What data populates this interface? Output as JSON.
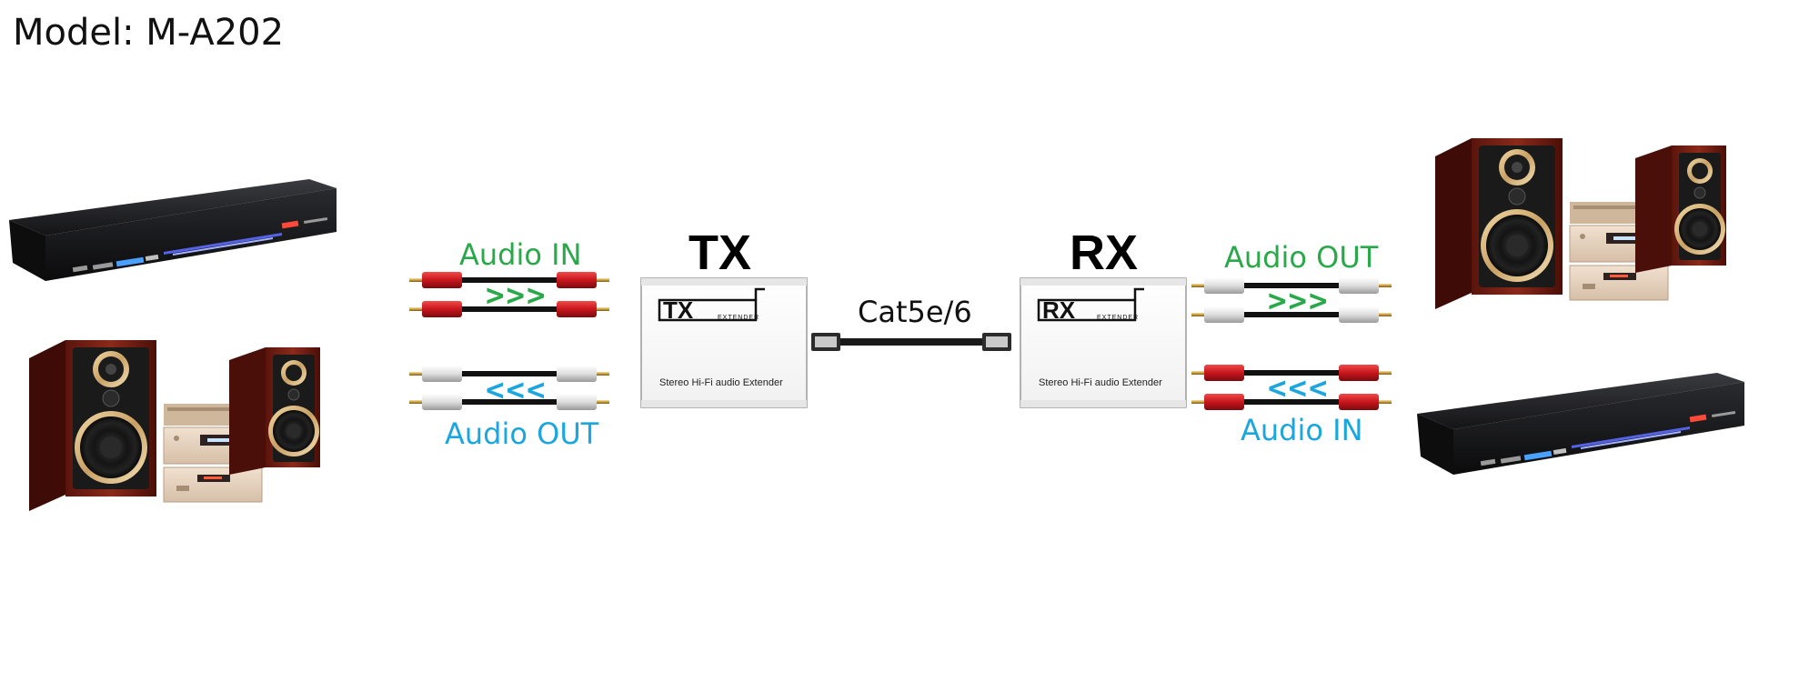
{
  "model_label": "Model: M-A202",
  "tx": {
    "title": "TX",
    "logo": "TX",
    "logo_sub": "EXTENDER",
    "description": "Stereo Hi-Fi audio  Extender",
    "audio_in_label": "Audio IN",
    "audio_out_label": "Audio OUT",
    "in_arrows": ">>>",
    "out_arrows": "<<<"
  },
  "rx": {
    "title": "RX",
    "logo": "RX",
    "logo_sub": "EXTENDER",
    "description": "Stereo Hi-Fi audio  Extender",
    "audio_out_label": "Audio OUT",
    "audio_in_label": "Audio IN",
    "out_arrows": ">>>",
    "in_arrows": "<<<"
  },
  "cable_label": "Cat5e/6",
  "colors": {
    "green": "#2aa94a",
    "blue": "#1ba7de",
    "rca_red": "#d61f26",
    "rca_white": "#e8e8e8",
    "player_body": "#1c1c1e",
    "speaker_wood": "#7a2418",
    "speaker_trim": "#d7b47a"
  },
  "icons": [
    "dvd-player-icon",
    "speaker-system-icon",
    "rca-cable-icon",
    "ethernet-cable-icon"
  ]
}
